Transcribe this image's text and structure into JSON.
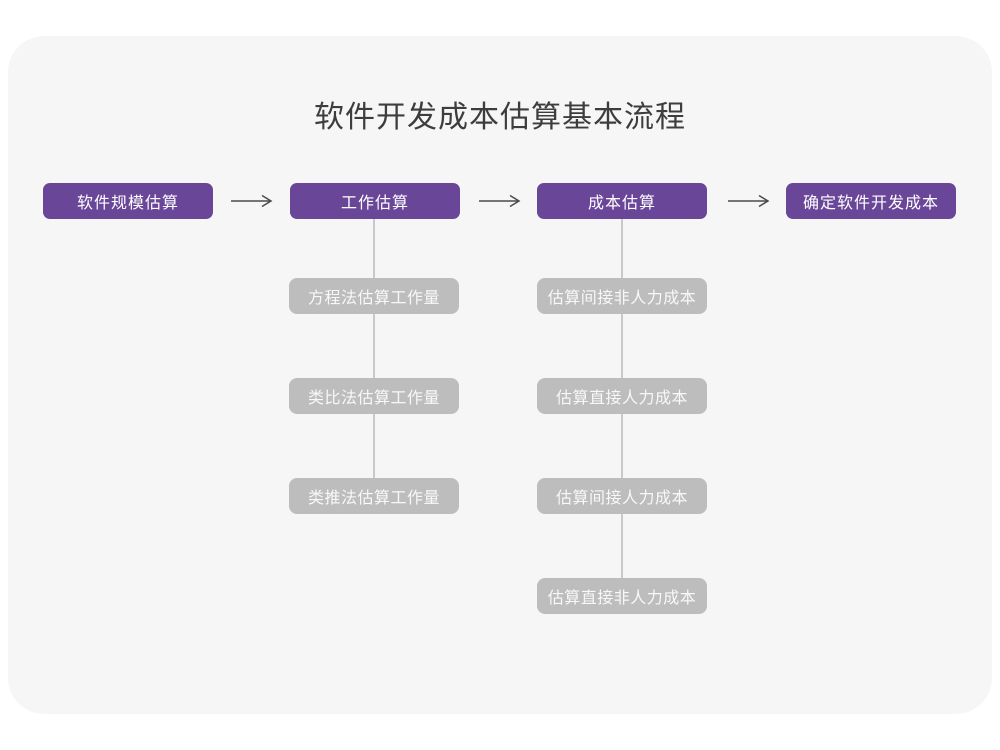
{
  "page": {
    "title": "软件开发成本估算基本流程"
  },
  "colors": {
    "card_background": "#F6F6F7",
    "main_node": "#6A4699",
    "sub_node": "#BDBDBD",
    "connector_line": "#C9C9C9",
    "arrow": "#4A4A4A",
    "title_text": "#3D3D3D"
  },
  "flow": {
    "nodes": [
      {
        "label": "软件规模估算"
      },
      {
        "label": "工作估算"
      },
      {
        "label": "成本估算"
      },
      {
        "label": "确定软件开发成本"
      }
    ]
  },
  "sub_columns": {
    "work": {
      "items": [
        {
          "label": "方程法估算工作量"
        },
        {
          "label": "类比法估算工作量"
        },
        {
          "label": "类推法估算工作量"
        }
      ]
    },
    "cost": {
      "items": [
        {
          "label": "估算间接非人力成本"
        },
        {
          "label": "估算直接人力成本"
        },
        {
          "label": "估算间接人力成本"
        },
        {
          "label": "估算直接非人力成本"
        }
      ]
    }
  }
}
